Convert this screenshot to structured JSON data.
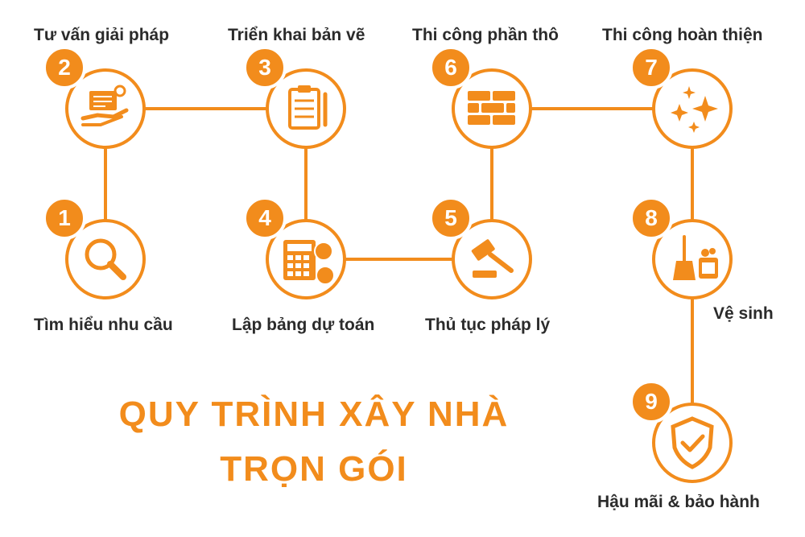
{
  "accent_color": "#f28c1c",
  "title_lines": [
    "QUY TRÌNH XÂY NHÀ",
    "TRỌN GÓI"
  ],
  "steps": [
    {
      "number": "1",
      "label": "Tìm hiểu nhu cầu",
      "icon": "magnifier-icon"
    },
    {
      "number": "2",
      "label": "Tư vấn giải pháp",
      "icon": "consulting-hand-icon"
    },
    {
      "number": "3",
      "label": "Triển khai bản vẽ",
      "icon": "clipboard-plan-icon"
    },
    {
      "number": "4",
      "label": "Lập bảng dự toán",
      "icon": "calculator-coins-icon"
    },
    {
      "number": "5",
      "label": "Thủ tục pháp lý",
      "icon": "gavel-icon"
    },
    {
      "number": "6",
      "label": "Thi công phần thô",
      "icon": "brick-wall-icon"
    },
    {
      "number": "7",
      "label": "Thi công hoàn thiện",
      "icon": "sparkle-icon"
    },
    {
      "number": "8",
      "label": "Vệ sinh",
      "icon": "broom-bucket-icon"
    },
    {
      "number": "9",
      "label": "Hậu mãi & bảo hành",
      "icon": "shield-check-icon"
    }
  ]
}
